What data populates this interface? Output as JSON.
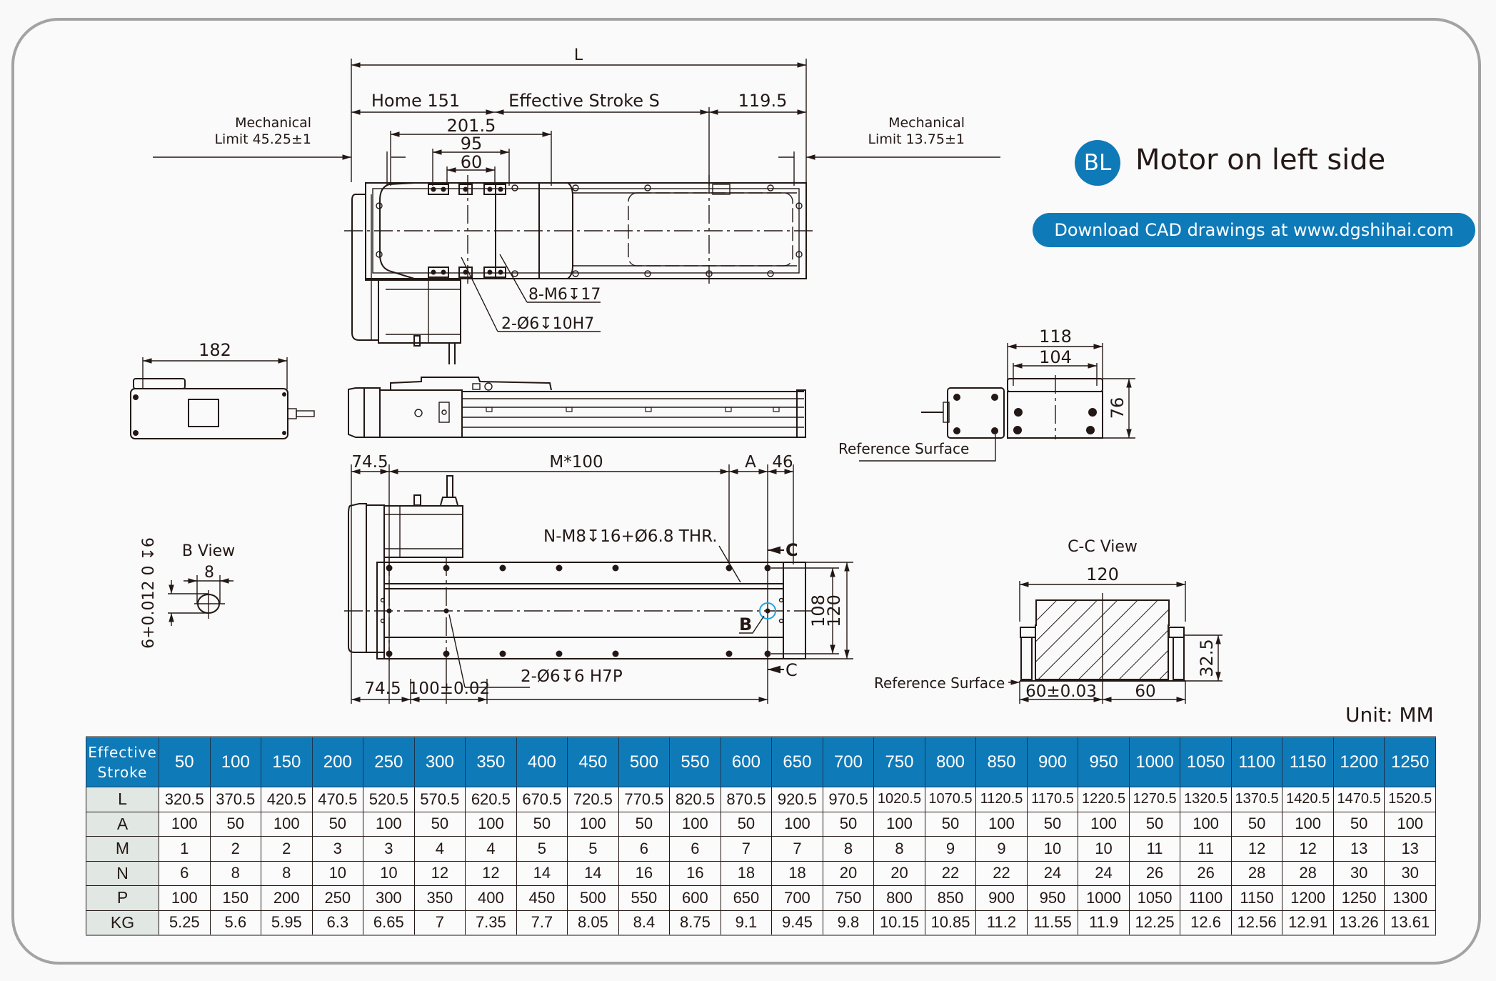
{
  "header": {
    "badge": "BL",
    "title": "Motor on left side",
    "cad_button": "Download CAD drawings at www.dgshihai.com",
    "brand_color": "#0f7ab8"
  },
  "top_view": {
    "overall_length": "L",
    "home": "Home 151",
    "effective_stroke": "Effective Stroke S",
    "right_offset": "119.5",
    "dim_201_5": "201.5",
    "dim_95": "95",
    "dim_60": "60",
    "mech_limit_left_1": "Mechanical",
    "mech_limit_left_2": "Limit 45.25±1",
    "mech_limit_right_1": "Mechanical",
    "mech_limit_right_2": "Limit 13.75±1",
    "callout_screws": "8-M6↧17",
    "callout_pins": "2-Ø6↧10H7"
  },
  "end_view_left": {
    "width": "182"
  },
  "end_view_right": {
    "width_118": "118",
    "width_104": "104",
    "height_76": "76",
    "reference_surface": "Reference Surface"
  },
  "bottom_view": {
    "left_offset_top": "74.5",
    "pitch": "M*100",
    "a_dim": "A",
    "right_offset": "46",
    "hole_callout": "N-M8↧16+Ø6.8 THR.",
    "section_mark_top": "C",
    "section_mark_bottom": "C",
    "b_mark": "B",
    "height_108": "108",
    "height_120": "120",
    "left_offset_bottom": "74.5",
    "pin_pitch": "100±0.02",
    "pin_callout": "2-Ø6↧6 H7P"
  },
  "b_view": {
    "title": "B View",
    "width": "8",
    "tolerance": "6+0.012 0 ↧6"
  },
  "cc_view": {
    "title": "C-C View",
    "width": "120",
    "height": "32.5",
    "left_half": "60±0.03",
    "right_half": "60",
    "reference_surface": "Reference Surface"
  },
  "unit_label": "Unit: MM",
  "spec_table": {
    "corner_line1": "Effective",
    "corner_line2": "Stroke",
    "strokes": [
      "50",
      "100",
      "150",
      "200",
      "250",
      "300",
      "350",
      "400",
      "450",
      "500",
      "550",
      "600",
      "650",
      "700",
      "750",
      "800",
      "850",
      "900",
      "950",
      "1000",
      "1050",
      "1100",
      "1150",
      "1200",
      "1250"
    ],
    "rows": [
      {
        "label": "L",
        "values": [
          "320.5",
          "370.5",
          "420.5",
          "470.5",
          "520.5",
          "570.5",
          "620.5",
          "670.5",
          "720.5",
          "770.5",
          "820.5",
          "870.5",
          "920.5",
          "970.5",
          "1020.5",
          "1070.5",
          "1120.5",
          "1170.5",
          "1220.5",
          "1270.5",
          "1320.5",
          "1370.5",
          "1420.5",
          "1470.5",
          "1520.5"
        ]
      },
      {
        "label": "A",
        "values": [
          "100",
          "50",
          "100",
          "50",
          "100",
          "50",
          "100",
          "50",
          "100",
          "50",
          "100",
          "50",
          "100",
          "50",
          "100",
          "50",
          "100",
          "50",
          "100",
          "50",
          "100",
          "50",
          "100",
          "50",
          "100"
        ]
      },
      {
        "label": "M",
        "values": [
          "1",
          "2",
          "2",
          "3",
          "3",
          "4",
          "4",
          "5",
          "5",
          "6",
          "6",
          "7",
          "7",
          "8",
          "8",
          "9",
          "9",
          "10",
          "10",
          "11",
          "11",
          "12",
          "12",
          "13",
          "13"
        ]
      },
      {
        "label": "N",
        "values": [
          "6",
          "8",
          "8",
          "10",
          "10",
          "12",
          "12",
          "14",
          "14",
          "16",
          "16",
          "18",
          "18",
          "20",
          "20",
          "22",
          "22",
          "24",
          "24",
          "26",
          "26",
          "28",
          "28",
          "30",
          "30"
        ]
      },
      {
        "label": "P",
        "values": [
          "100",
          "150",
          "200",
          "250",
          "300",
          "350",
          "400",
          "450",
          "500",
          "550",
          "600",
          "650",
          "700",
          "750",
          "800",
          "850",
          "900",
          "950",
          "1000",
          "1050",
          "1100",
          "1150",
          "1200",
          "1250",
          "1300"
        ]
      },
      {
        "label": "KG",
        "values": [
          "5.25",
          "5.6",
          "5.95",
          "6.3",
          "6.65",
          "7",
          "7.35",
          "7.7",
          "8.05",
          "8.4",
          "8.75",
          "9.1",
          "9.45",
          "9.8",
          "10.15",
          "10.85",
          "11.2",
          "11.55",
          "11.9",
          "12.25",
          "12.6",
          "12.56",
          "12.91",
          "13.26",
          "13.61"
        ]
      }
    ]
  }
}
